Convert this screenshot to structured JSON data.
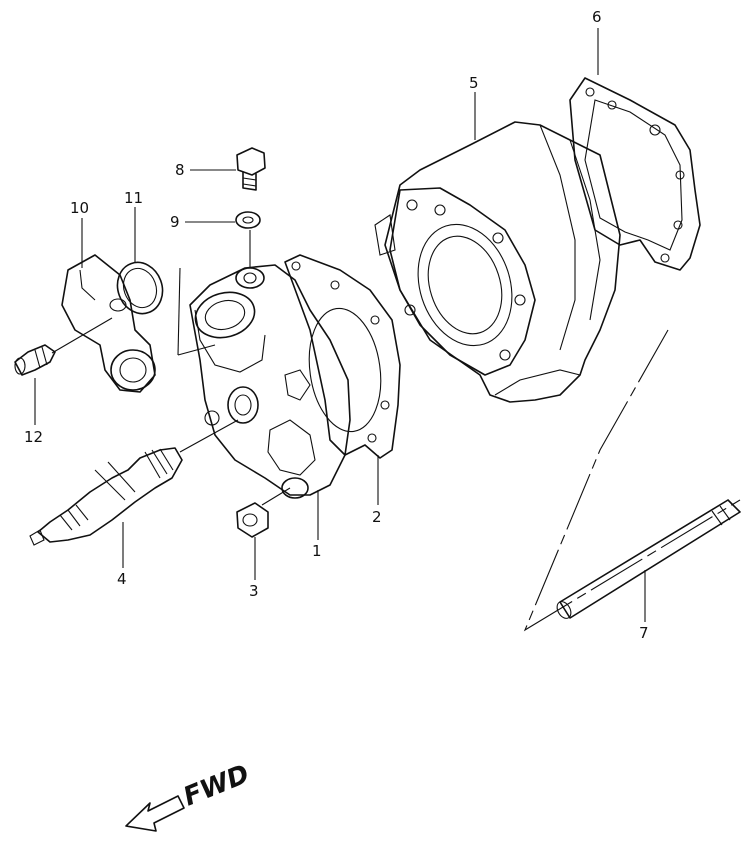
{
  "callouts": [
    {
      "id": "1",
      "label": "1"
    },
    {
      "id": "2",
      "label": "2"
    },
    {
      "id": "3",
      "label": "3"
    },
    {
      "id": "4",
      "label": "4"
    },
    {
      "id": "5",
      "label": "5"
    },
    {
      "id": "6",
      "label": "6"
    },
    {
      "id": "7",
      "label": "7"
    },
    {
      "id": "8",
      "label": "8"
    },
    {
      "id": "9",
      "label": "9"
    },
    {
      "id": "10",
      "label": "10"
    },
    {
      "id": "11",
      "label": "11"
    },
    {
      "id": "12",
      "label": "12"
    }
  ],
  "direction_label": "FWD"
}
